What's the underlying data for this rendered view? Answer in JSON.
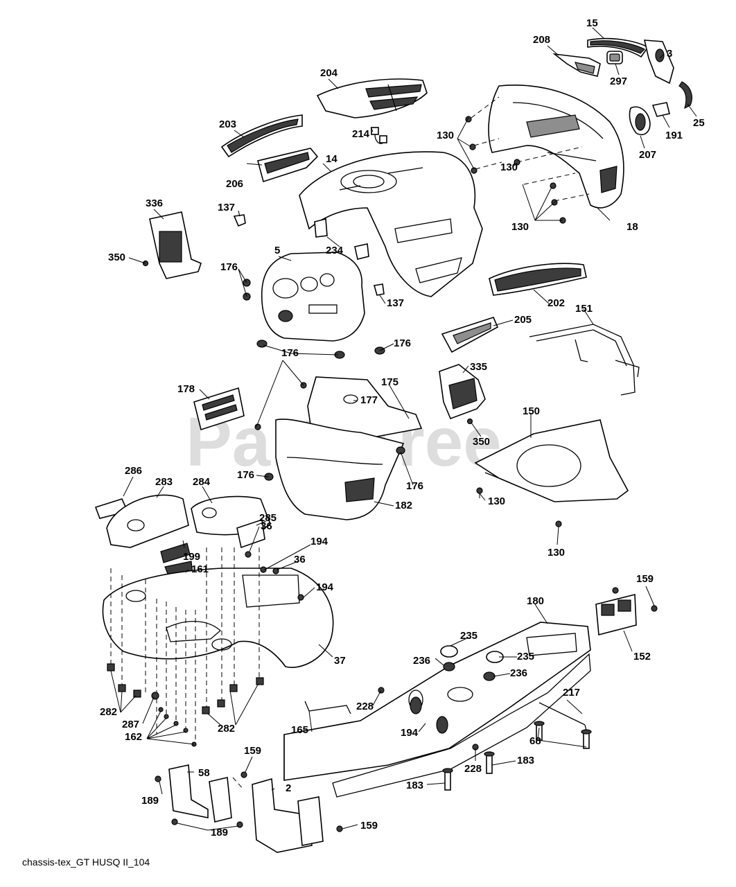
{
  "diagram": {
    "watermark": "PartsTree",
    "caption": "chassis-tex_GT HUSQ II_104",
    "colors": {
      "line": "#000000",
      "shade_dark": "#3c3c3c",
      "shade_mid": "#8e8e8e",
      "background": "#ffffff"
    },
    "callouts": {
      "c15": "15",
      "c208": "208",
      "c3": "3",
      "c297": "297",
      "c25": "25",
      "c191": "191",
      "c207": "207",
      "c204": "204",
      "c203": "203",
      "c214": "214",
      "c14": "14",
      "c206": "206",
      "c130a": "130",
      "c130b": "130",
      "c130c": "130",
      "c18": "18",
      "c336": "336",
      "c137a": "137",
      "c234": "234",
      "c350a": "350",
      "c5": "5",
      "c176a": "176",
      "c137b": "137",
      "c202": "202",
      "c205": "205",
      "c151": "151",
      "c176b": "176",
      "c176c": "176",
      "c178": "178",
      "c175": "175",
      "c177": "177",
      "c335": "335",
      "c150": "150",
      "c350b": "350",
      "c130d": "130",
      "c130e": "130",
      "c176d": "176",
      "c176e": "176",
      "c182": "182",
      "c286": "286",
      "c283": "283",
      "c284": "284",
      "c285": "285",
      "c36a": "36",
      "c194a": "194",
      "c36b": "36",
      "c199": "199",
      "c161": "161",
      "c194b": "194",
      "c37": "37",
      "c159a": "159",
      "c180": "180",
      "c152": "152",
      "c235a": "235",
      "c236a": "236",
      "c235b": "235",
      "c236b": "236",
      "c217": "217",
      "c228a": "228",
      "c282a": "282",
      "c287": "287",
      "c282b": "282",
      "c162": "162",
      "c165": "165",
      "c194c": "194",
      "c68": "68",
      "c228b": "228",
      "c183a": "183",
      "c183b": "183",
      "c159b": "159",
      "c58": "58",
      "c2": "2",
      "c189a": "189",
      "c189b": "189",
      "c159c": "159"
    }
  }
}
